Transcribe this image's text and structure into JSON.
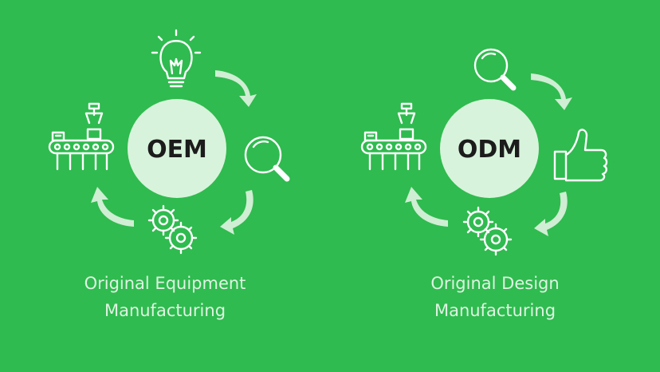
{
  "colors": {
    "background": "#2fbb4f",
    "hub_fill": "#d8f3db",
    "icon_stroke": "#ffffff",
    "arrow_fill": "#cfeed3",
    "caption_text": "#dff3e2",
    "hub_text": "#1c1c1c"
  },
  "panels": [
    {
      "id": "oem",
      "hub_label": "OEM",
      "caption_line1": "Original Equipment",
      "caption_line2": "Manufacturing",
      "icons": [
        "lightbulb-icon",
        "magnifier-icon",
        "gears-icon",
        "assembly-line-icon"
      ]
    },
    {
      "id": "odm",
      "hub_label": "ODM",
      "caption_line1": "Original Design",
      "caption_line2": "Manufacturing",
      "icons": [
        "magnifier-icon",
        "thumbs-up-icon",
        "gears-icon",
        "assembly-line-icon"
      ]
    }
  ]
}
